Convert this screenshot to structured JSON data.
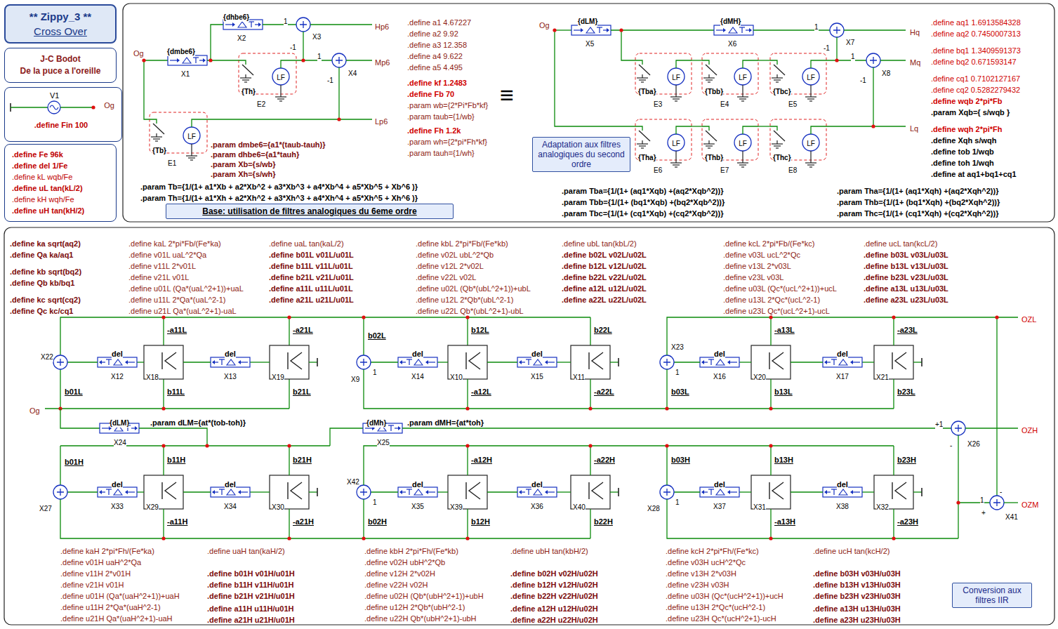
{
  "diagram": {
    "nodes": [
      {
        "text": [
          "** Zippy_3 **",
          "Cross Over"
        ]
      },
      {
        "text": [
          "J-C Bodot",
          "De la puce a l'oreille"
        ]
      },
      {
        "text": [
          "V1",
          "Og",
          ".define Fin 100"
        ]
      },
      {
        "text": [
          ".define Fe 96k",
          ".define del 1/Fe",
          ".define kL wqb/Fe",
          ".define uL tan(kL/2)",
          ".define kH wqh/Fe",
          ".define uH tan(kH/2)"
        ]
      },
      {
        "text": [
          "Base: utilisation de filtres analogiques du 6eme ordre"
        ]
      },
      {
        "text": [
          "Adaptation aux filtres analogiques du second ordre"
        ]
      },
      {
        "text": [
          "Conversion aux filtres IIR"
        ]
      }
    ],
    "labels": [
      "{dhbe6}",
      "1",
      "X2",
      "X3",
      "Hp6",
      "-1",
      "Og",
      "{dmbe6}",
      "1",
      "Mp6",
      "X1",
      "{Th}",
      "LF",
      "X4",
      "-1",
      "E2",
      "Lp6",
      "{Tb}",
      "LF",
      "E1",
      ".param dmbe6={a1*(taub-tauh)}",
      ".param dhbe6={a1*tauh}",
      ".param Xb={s/wb}",
      ".param Xh={s/wh}",
      ".param Tb={1/(1+ a1*Xb + a2*Xb^2 + a3*Xb^3 + a4*Xb^4 + a5*Xb^5 + Xb^6 )}",
      ".param Th={1/(1+ a1*Xh + a2*Xh^2 + a3*Xh^3 + a4*Xh^4 + a5*Xh^5 + Xh^6 )}",
      ".define a1 4.67227",
      ".define a2 9.92",
      ".define a3 12.358",
      ".define a4 9.622",
      ".define a5 4.495",
      ".define kf 1.2483",
      ".define Fb 70",
      ".param wb={2*Pi*Fb*kf}",
      ".param taub={1/wb}",
      ".define Fh 1.2k",
      ".param wh={2*pi*Fh*kf}",
      ".param tauh={1/wh}",
      "≡",
      "{dLM}",
      "{dMH}",
      "Og",
      "X5",
      "X6",
      "1",
      "X7",
      "Hq",
      "-1",
      "1",
      "Mq",
      "X8",
      "-1",
      "{Tba}",
      "LF",
      "E3",
      "{Tbb}",
      "LF",
      "E4",
      "{Tbc}",
      "LF",
      "E5",
      "Lq",
      "{Tha}",
      "LF",
      "E6",
      "{Thb}",
      "LF",
      "E7",
      "{Thc}",
      "LF",
      "E8",
      ".define aq1 1.6913584328",
      ".define aq2 0.7450007313",
      ".define bq1 1.3409591373",
      ".define bq2 0.671593147",
      ".define cq1 0.7102127167",
      ".define cq2 0.5282279432",
      ".define wqb 2*pi*Fb",
      ".param Xqb={ s/wqb }",
      ".define wqh 2*pi*Fh",
      ".define Xqh s/wqh",
      ".define tob 1/wqb",
      ".define toh 1/wqh",
      ".define at aq1+bq1+cq1",
      ".param Tba={1/(1+ (aq1*Xqb) +(aq2*Xqb^2))}",
      ".param Tbb={1/(1+ (bq1*Xqb) +(bq2*Xqb^2))}",
      ".param Tbc={1/(1+ (cq1*Xqb) +(cq2*Xqb^2))}",
      ".param Tha={1/(1+ (aq1*Xqh) +(aq2*Xqh^2))}",
      ".param Thb={1/(1+ (bq1*Xqh) +(bq2*Xqh^2))}",
      ".param Thc={1/(1+ (cq1*Xqh) +(cq2*Xqh^2))}",
      ".define ka sqrt(aq2)",
      ".define Qa ka/aq1",
      ".define kb sqrt(bq2)",
      ".define Qb kb/bq1",
      ".define kc sqrt(cq2)",
      ".define Qc kc/cq1",
      ".define kaL 2*pi*Fb/(Fe*ka)",
      ".define v01L uaL^2*Qa",
      ".define v11L 2*v01L",
      ".define v21L v01L",
      ".define u01L (Qa*(uaL^2+1))+uaL",
      ".define u11L 2*Qa*(uaL^2-1)",
      ".define u21L Qa*(uaL^2+1)-uaL",
      ".define uaL tan(kaL/2)",
      ".define b01L v01L/u01L",
      ".define b11L v11L/u01L",
      ".define b21L v21L/u01L",
      ".define a11L u11L/u01L",
      ".define a21L u21L/u01L",
      ".define kbL 2*pi*Fb/(Fe*kb)",
      ".define v02L ubL^2*Qb",
      ".define v12L 2*v02L",
      ".define v22L v02L",
      ".define u02L (Qb*(ubL^2+1))+ubL",
      ".define u12L 2*Qb*(ubL^2-1)",
      ".define u22L Qb*(ubL^2+1)-ubL",
      ".define ubL tan(kbL/2)",
      ".define b02L v02L/u02L",
      ".define b12L v12L/u02L",
      ".define b22L v22L/u02L",
      ".define a12L u12L/u02L",
      ".define a22L u22L/u02L",
      ".define kcL 2*pi*Fb/(Fe*kc)",
      ".define v03L ucL^2*Qc",
      ".define v13L 2*v03L",
      ".define v23L v03L",
      ".define u03L (Qc*(ucL^2+1))+ucL",
      ".define u13L 2*Qc*(ucL^2-1)",
      ".define u23L Qc*(ucL^2+1)-ucL",
      ".define ucL tan(kcL/2)",
      ".define b03L v03L/u03L",
      ".define b13L v13L/u03L",
      ".define b23L v23L/u03L",
      ".define a13L u13L/u03L",
      ".define a23L u23L/u03L",
      "X22",
      "del",
      "-a11L",
      "del",
      "-a21L",
      "b02L",
      "del",
      "b12L",
      "del",
      "b22L",
      "X23",
      "del",
      "-a13L",
      "del",
      "-a23L",
      "OZL",
      "X12",
      "X18",
      "X13",
      "X19",
      "1",
      "X9",
      "X14",
      "X10",
      "X15",
      "X11",
      "1",
      "X16",
      "X20",
      "X17",
      "X21",
      "b01L",
      "b11L",
      "b21L",
      "-a12L",
      "-a22L",
      "b03L",
      "b13L",
      "b23L",
      "Og",
      "{dLM}",
      ".param dLM={at*(tob-toh)}",
      "X24",
      "{dMh}",
      ".param dMH={at*toh}",
      "X25",
      "+1",
      "OZH",
      "-",
      "X26",
      "b01H",
      "X27",
      "del",
      "X33",
      "b11H",
      "X29",
      "-a11H",
      "del",
      "X34",
      "b21H",
      "X30",
      "-a21H",
      "X42",
      "1",
      "b02H",
      "del",
      "X35",
      "-a12H",
      "X39",
      "b12H",
      "del",
      "X36",
      "-a22H",
      "X40",
      "b22H",
      "b03H",
      "X28",
      "1",
      "del",
      "X37",
      "b13H",
      "X31",
      "-a13H",
      "del",
      "X38",
      "b23H",
      "X32",
      "-a23H",
      "-",
      "1",
      "+",
      "X41",
      "OZM",
      ".define kaH 2*pi*Fh/(Fe*ka)",
      ".define v01H uaH^2*Qa",
      ".define v11H 2*v01H",
      ".define v21H v01H",
      ".define u01H (Qa*(uaH^2+1))+uaH",
      ".define u11H 2*Qa*(uaH^2-1)",
      ".define u21H Qa*(uaH^2+1)-uaH",
      ".define uaH tan(kaH/2)",
      ".define b01H v01H/u01H",
      ".define b11H v11H/u01H",
      ".define b21H v21H/u01H",
      ".define a11H u11H/u01H",
      ".define a21H u21H/u01H",
      ".define kbH 2*pi*Fh/(Fe*kb)",
      ".define v02H ubH^2*Qb",
      ".define v12H 2*v02H",
      ".define v22H v02H",
      ".define u02H (Qb*(ubH^2+1))+ubH",
      ".define u12H 2*Qb*(ubH^2-1)",
      ".define u22H Qb*(ubH^2+1)-ubH",
      ".define ubH tan(kbH/2)",
      ".define b02H v02H/u02H",
      ".define b12H v12H/u02H",
      ".define b22H v22H/u02H",
      ".define a12H u12H/u02H",
      ".define a22H u22H/u02H",
      ".define kcH 2*pi*Fh/(Fe*kc)",
      ".define v03H ucH^2*Qc",
      ".define v13H 2*v03H",
      ".define v23H v03H",
      ".define u03H (Qc*(ucH^2+1))+ucH",
      ".define u13H 2*Qc*(ucH^2-1)",
      ".define u23H Qc*(ucH^2+1)-ucH",
      ".define ucH tan(kcH/2)",
      ".define b03H v03H/u03H",
      ".define b13H v13H/u03H",
      ".define b23H v23H/u03H",
      ".define a13H u13H/u03H",
      ".define a23H u23H/u03H"
    ]
  }
}
